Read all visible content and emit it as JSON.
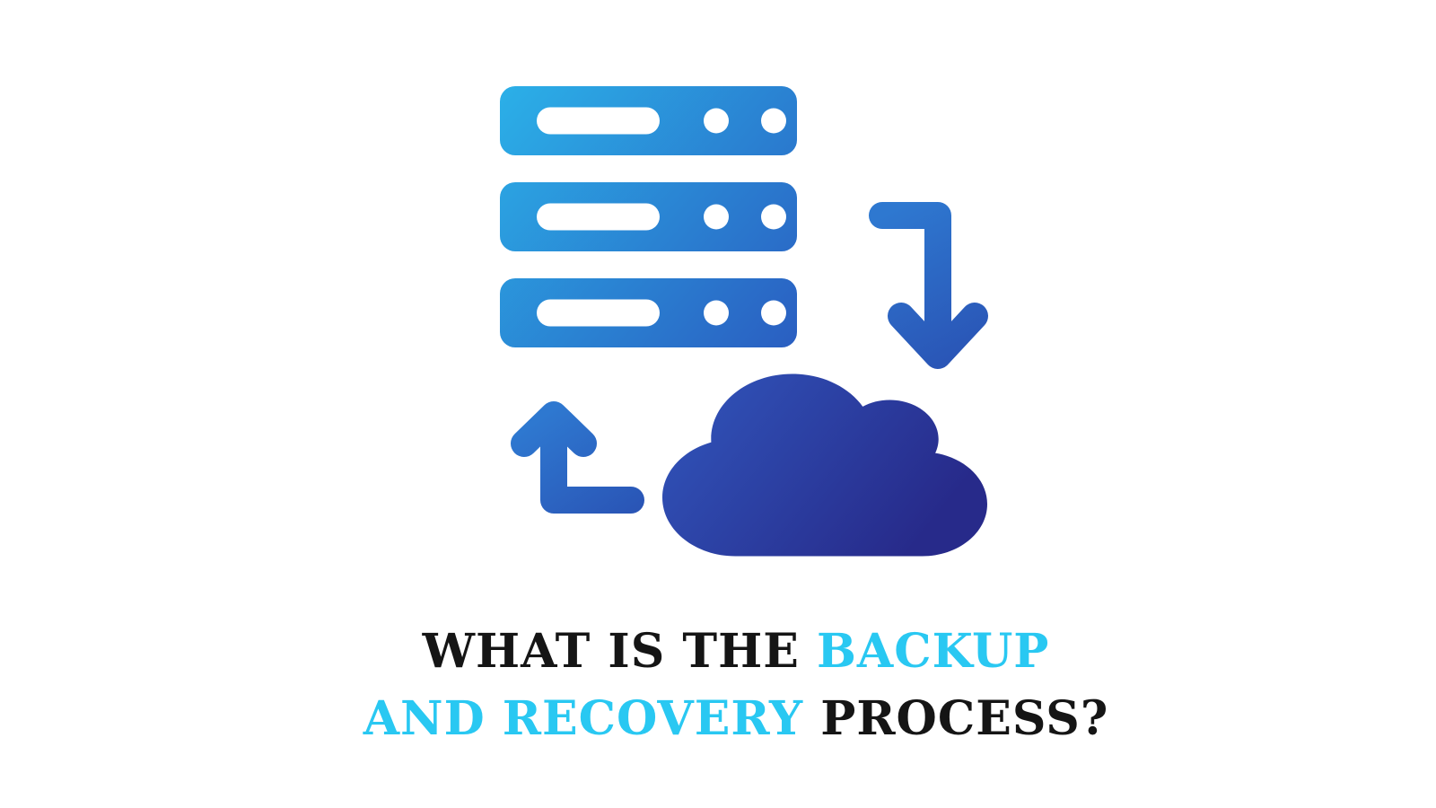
{
  "canvas": {
    "background": "#ffffff"
  },
  "colors": {
    "server_gradient_start": "#2bb0e8",
    "server_gradient_end": "#2a5cc0",
    "arrow_gradient_start": "#2e78d0",
    "arrow_gradient_end": "#2a55b6",
    "cloud_gradient_start": "#3157bd",
    "cloud_gradient_end": "#272a8a",
    "icon_cutout": "#ffffff",
    "title_dark": "#151515",
    "title_accent": "#29c8f2"
  },
  "icons": {
    "server": "server-stack-icon",
    "backup_arrow": "backup-arrow-down-icon",
    "restore_arrow": "restore-arrow-up-icon",
    "cloud": "cloud-icon"
  },
  "title": {
    "line1_dark": "WHAT IS THE ",
    "line1_accent": "BACKUP",
    "line2_accent": "AND RECOVERY ",
    "line2_dark": "PROCESS?"
  }
}
